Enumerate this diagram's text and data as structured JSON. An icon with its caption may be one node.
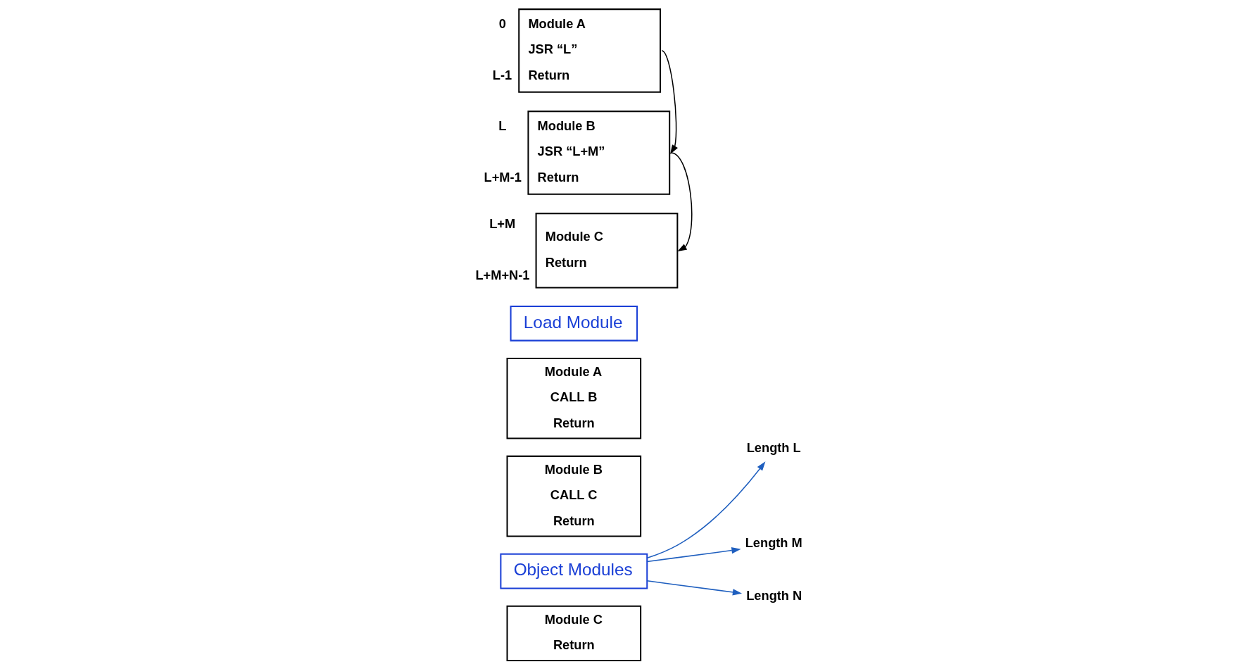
{
  "diagram": {
    "nodes": [
      {
        "text": [
          "Module A",
          "CALL B",
          "Return"
        ]
      },
      {
        "text": [
          "Module B",
          "CALL C",
          "Return"
        ]
      },
      {
        "text": [
          "Module C",
          "Return"
        ]
      },
      {
        "text": [
          "Length L"
        ]
      },
      {
        "text": [
          "Length M"
        ]
      },
      {
        "text": [
          "Length N"
        ]
      },
      {
        "text": [
          "Object Modules"
        ]
      },
      {
        "text": [
          "Load Module"
        ]
      },
      {
        "text": [
          "Module A",
          "JSR “L”",
          "Return"
        ],
        "beside": [
          "0",
          "L-1"
        ]
      },
      {
        "text": [
          "Module B",
          "JSR “L+M”",
          "Return"
        ],
        "beside": [
          "L",
          "L+M-1"
        ]
      },
      {
        "text": [
          "Module C",
          "Return"
        ],
        "beside": [
          "L+M",
          "L+M+N-1"
        ]
      }
    ],
    "edges": [
      {
        "from": 6,
        "to": 3,
        "arrow": "to"
      },
      {
        "from": 6,
        "to": 4,
        "arrow": "to"
      },
      {
        "from": 6,
        "to": 5,
        "arrow": "to"
      },
      {
        "from": 8,
        "to": 9,
        "arrow": "to",
        "color": "#000000"
      },
      {
        "from": 9,
        "to": 10,
        "arrow": "to",
        "color": "#000000"
      }
    ]
  }
}
